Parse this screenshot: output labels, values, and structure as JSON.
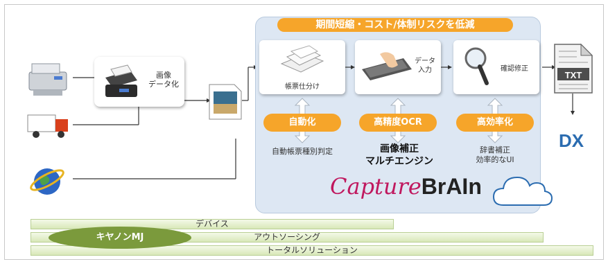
{
  "banner": "期間短縮・コスト/体制リスクを低減",
  "scanner_label": "画像\nデータ化",
  "steps": {
    "sort": "帳票仕分け",
    "input": "データ\n入力",
    "check": "確認修正"
  },
  "file_label": "TXT",
  "features": [
    {
      "pill": "自動化",
      "desc": "自動帳票種別判定"
    },
    {
      "pill": "高精度OCR",
      "desc": "画像補正\nマルチエンジン"
    },
    {
      "pill": "高効率化",
      "desc": "辞書補正\n効率的なUI"
    }
  ],
  "brand": {
    "script": "Capture",
    "bold": "BrAIn"
  },
  "dx": "DX",
  "bars": {
    "device": "デバイス",
    "outsourcing": "アウトソーシング",
    "total": "トータルソリューション",
    "company": "キヤノンMJ"
  },
  "colors": {
    "accent_orange": "#f6a52a",
    "dx_blue": "#2b6cb0",
    "bar_green": "#d8e8b8",
    "company_green": "#7b9a3c",
    "panel_blue": "#dde7f3"
  }
}
